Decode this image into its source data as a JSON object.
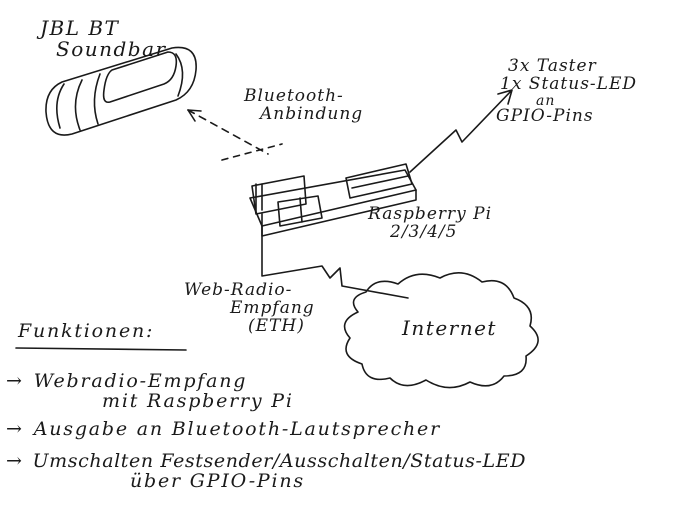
{
  "soundbar": {
    "line1": "JBL BT",
    "line2": "Soundbar"
  },
  "bluetooth": {
    "line1": "Bluetooth-",
    "line2": "Anbindung"
  },
  "gpio": {
    "line1": "3x Taster",
    "line2": "1x Status-LED",
    "line3": "an",
    "line4": "GPIO-Pins"
  },
  "raspberry": {
    "line1": "Raspberry Pi",
    "line2": "2/3/4/5"
  },
  "webradio": {
    "line1": "Web-Radio-",
    "line2": "Empfang",
    "line3": "(ETH)"
  },
  "internet": {
    "label": "Internet"
  },
  "functions": {
    "heading": "Funktionen:",
    "arrow": "→",
    "items": [
      {
        "line1": "Webradio-Empfang",
        "line2": "mit Raspberry Pi"
      },
      {
        "line1": "Ausgabe an Bluetooth-Lautsprecher"
      },
      {
        "line1": "Umschalten Festsender/Ausschalten/Status-LED",
        "line2": "über GPIO-Pins"
      }
    ]
  }
}
